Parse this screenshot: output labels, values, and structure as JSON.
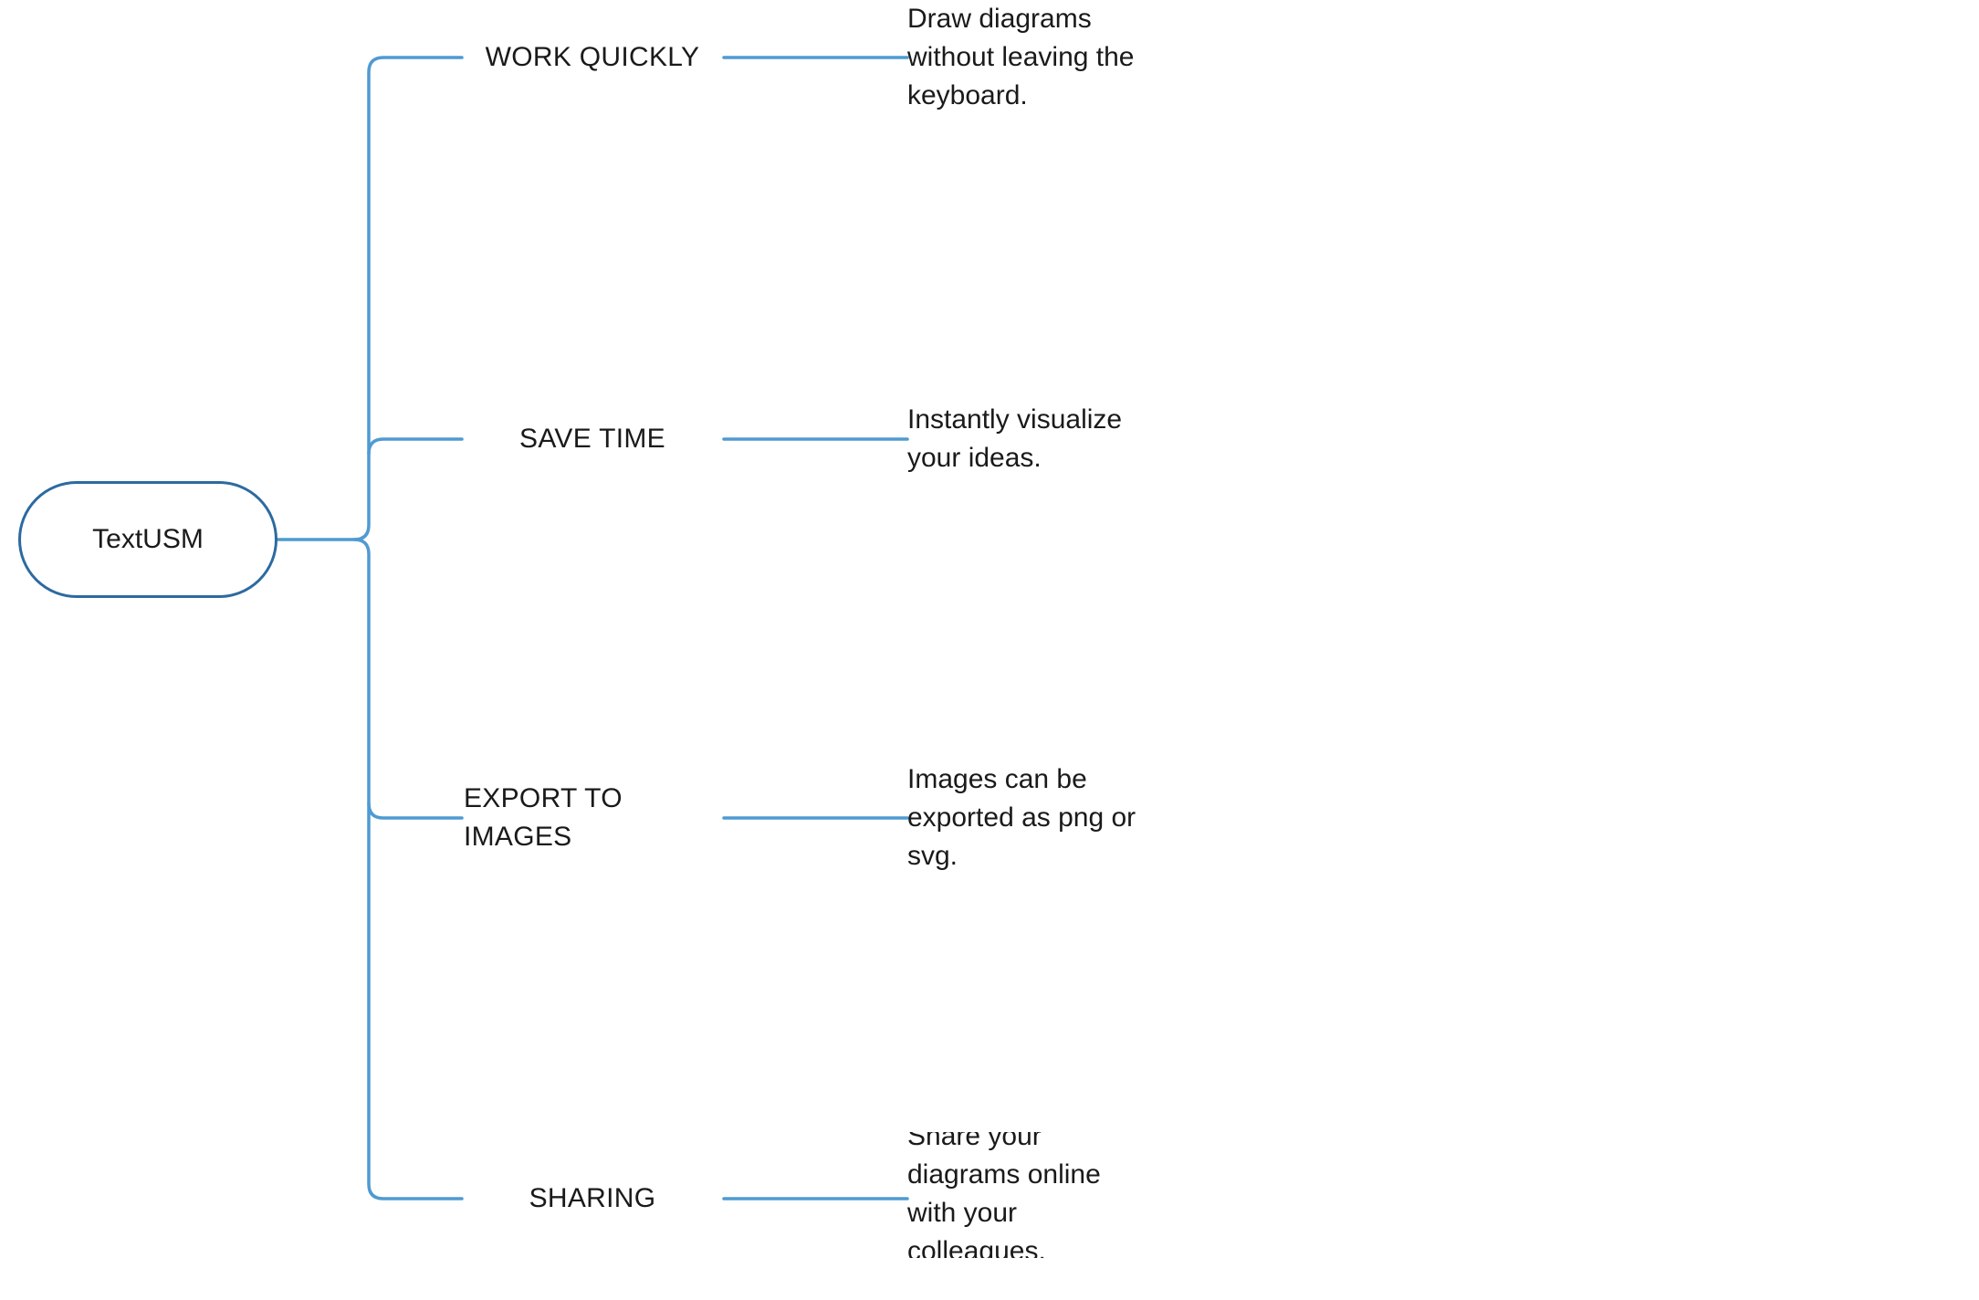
{
  "mindmap": {
    "root": {
      "label": "TextUSM"
    },
    "branches": [
      {
        "label": "WORK QUICKLY",
        "detail": "Draw diagrams without leaving the keyboard."
      },
      {
        "label": "SAVE TIME",
        "detail": "Instantly visualize your ideas."
      },
      {
        "label": "EXPORT TO IMAGES",
        "detail": "Images can be exported as png or svg."
      },
      {
        "label": "SHARING",
        "detail": "Share your diagrams online with your colleagues."
      }
    ]
  },
  "colors": {
    "root_border": "#2c6aa0",
    "connector": "#4f9ad2",
    "text": "#1a1a1a",
    "background": "#ffffff"
  }
}
